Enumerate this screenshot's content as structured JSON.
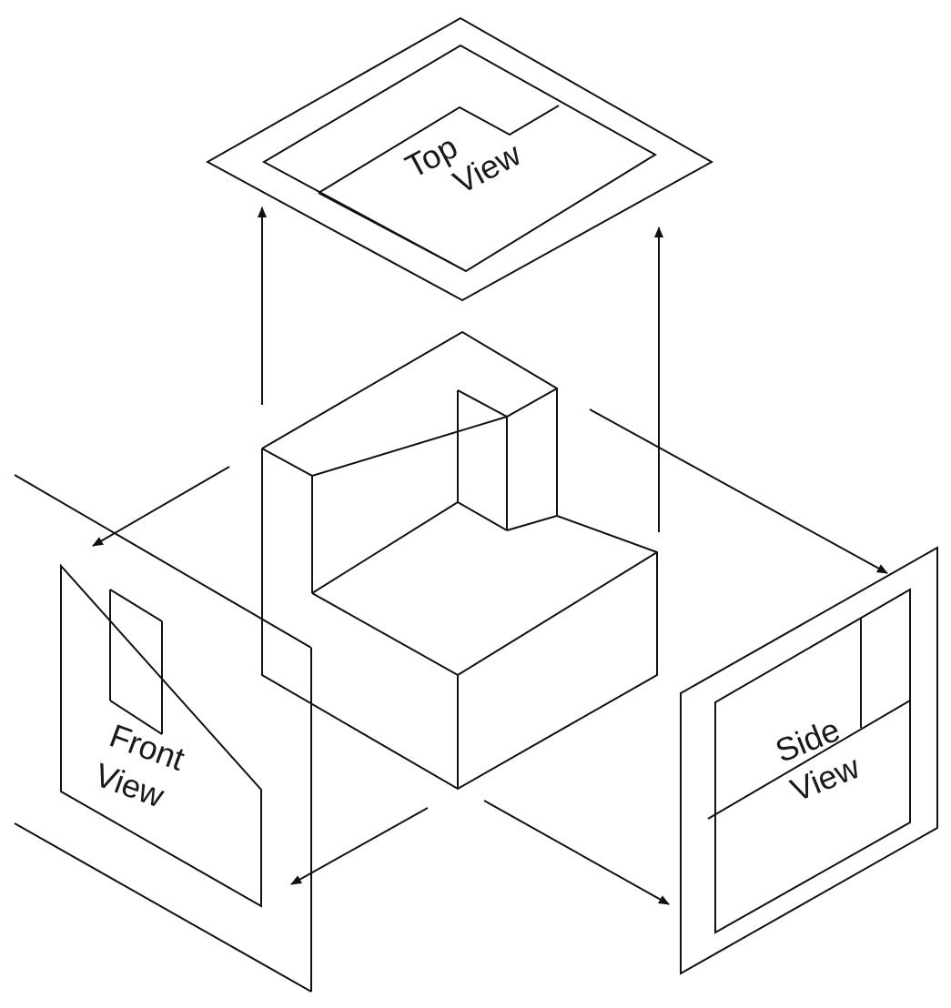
{
  "labels": {
    "top": [
      "Top",
      "View"
    ],
    "front": [
      "Front",
      "View"
    ],
    "side": [
      "Side",
      "View"
    ]
  },
  "colors": {
    "line": "#111111",
    "text": "#1a1a1a",
    "background": "#ffffff"
  }
}
